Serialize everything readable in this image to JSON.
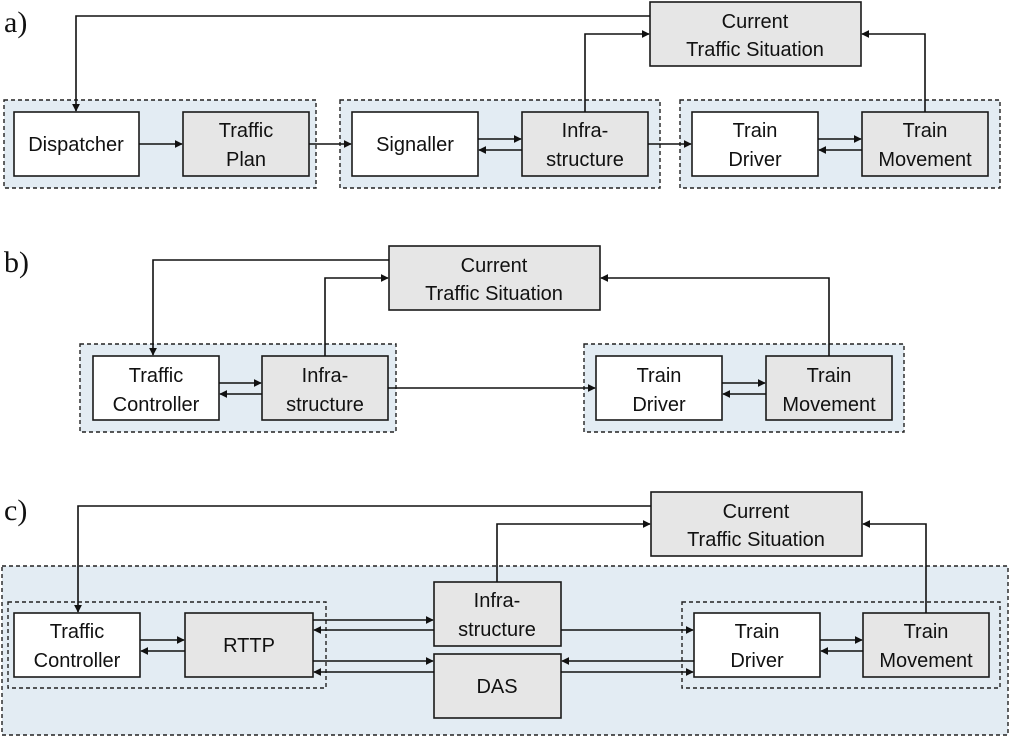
{
  "panels": {
    "a": {
      "label": "a)",
      "current_traffic": [
        "Current",
        "Traffic Situation"
      ],
      "dispatcher": [
        "Dispatcher"
      ],
      "traffic_plan": [
        "Traffic",
        "Plan"
      ],
      "signaller": [
        "Signaller"
      ],
      "infrastructure": [
        "Infra-",
        "structure"
      ],
      "train_driver": [
        "Train",
        "Driver"
      ],
      "train_movement": [
        "Train",
        "Movement"
      ]
    },
    "b": {
      "label": "b)",
      "current_traffic": [
        "Current",
        "Traffic Situation"
      ],
      "traffic_controller": [
        "Traffic",
        "Controller"
      ],
      "infrastructure": [
        "Infra-",
        "structure"
      ],
      "train_driver": [
        "Train",
        "Driver"
      ],
      "train_movement": [
        "Train",
        "Movement"
      ]
    },
    "c": {
      "label": "c)",
      "current_traffic": [
        "Current",
        "Traffic Situation"
      ],
      "traffic_controller": [
        "Traffic",
        "Controller"
      ],
      "rttp": [
        "RTTP"
      ],
      "infrastructure": [
        "Infra-",
        "structure"
      ],
      "das": [
        "DAS"
      ],
      "train_driver": [
        "Train",
        "Driver"
      ],
      "train_movement": [
        "Train",
        "Movement"
      ]
    }
  }
}
